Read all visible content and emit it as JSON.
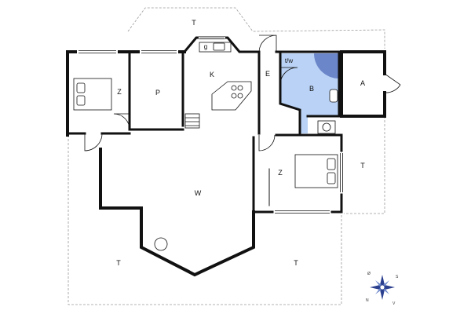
{
  "plan": {
    "rooms": {
      "terrace_top": "T",
      "bedroom_left": "Z",
      "room_p": "P",
      "kitchen": "K",
      "kitchen_g": "g",
      "entry": "E",
      "toilet_wash": "t/w",
      "bathroom": "B",
      "annex": "A",
      "terrace_right": "T",
      "bedroom_right": "Z",
      "living": "W",
      "terrace_bottom_left": "T",
      "terrace_bottom_right": "T"
    },
    "compass": {
      "n": "N",
      "s": "S",
      "v": "V",
      "o": "Ø"
    },
    "colors": {
      "wall": "#111111",
      "bathroom_fill": "#b9d2f5",
      "bathroom_dark": "#6b86c9",
      "dashed": "#999999"
    }
  }
}
